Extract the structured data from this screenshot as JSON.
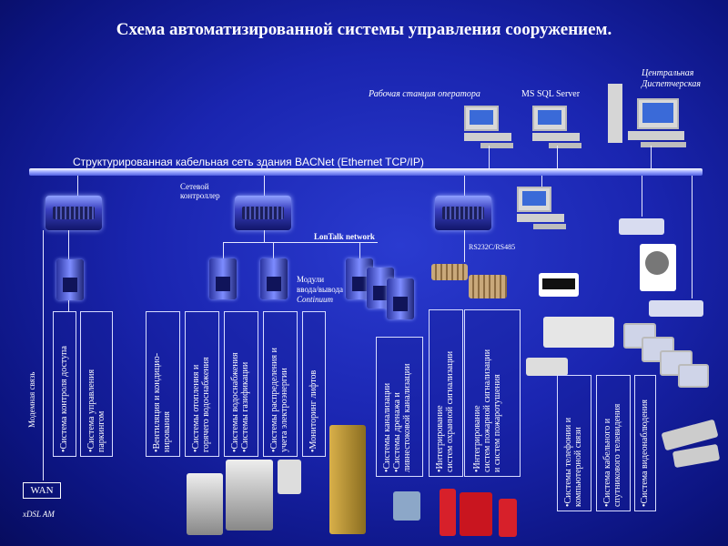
{
  "title": "Схема автоматизированной системы управления сооружением.",
  "bus_label": "Структурированная кабельная сеть здания BACNet (Ethernet TCP/IP)",
  "labels": {
    "operator_station": "Рабочая станция оператора",
    "ms_sql": "MS SQL Server",
    "central_line1": "Центральная",
    "central_line2": "Диспетчерская",
    "net_ctrl_line1": "Сетевой",
    "net_ctrl_line2": "контроллер",
    "lontalk": "LonTalk network",
    "rs": "RS232C/RS485",
    "io_line1": "Модули",
    "io_line2": "ввода/вывода",
    "io_line3": "Continuum",
    "modem": "Модемная связь",
    "wan": "WAN",
    "xdsl": "xDSL AM"
  },
  "systems": [
    "•Система контроля доступа",
    "•Система управления\nпаркингом",
    "•Вентиляция и кондицио-\nнирования",
    "•Системы отопления и\nгорячего водоснабжения",
    "•Системы водоснабжения\n•Системы газификации",
    "•Системы распределения и\nучета электроэнергии",
    "•Мониторинг лифтов",
    "•Системы канализации\n•Системы дренажа и\nливнестоковой канализации",
    "•Интегрирование\nсистем охранной сигнализации",
    "•Интегрирование\nсистем пожарной сигнализации\nи систем пожаротушения",
    "•Системы телефонии и\nкомпьютерной связи",
    "•Система кабельного и\nспутникового телевидения",
    "•Система видеонаблюдения"
  ]
}
